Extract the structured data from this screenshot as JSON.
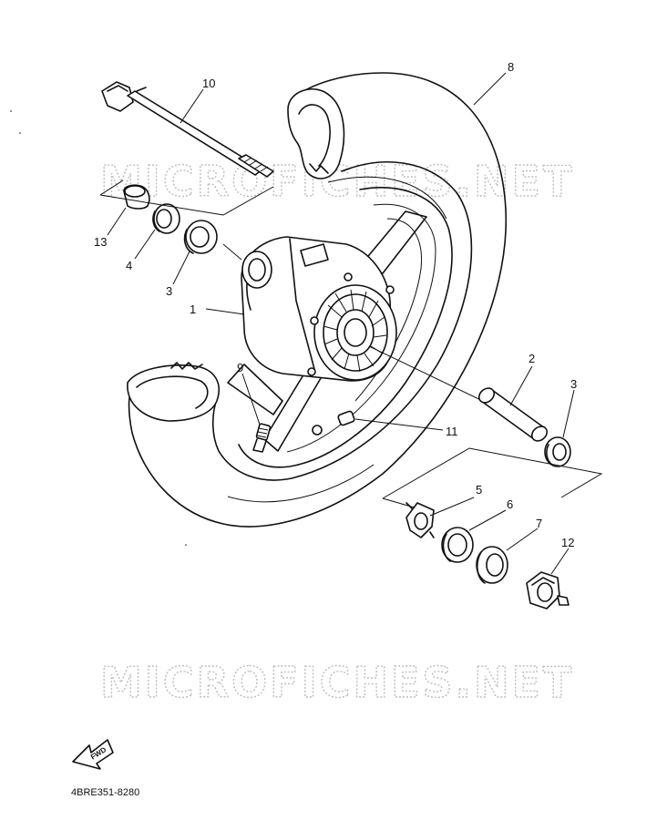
{
  "watermark": "MICROFICHES.NET",
  "drawing_code": "4BRE351-8280",
  "fwd_label": "FWD",
  "parts": [
    {
      "id": "hub",
      "label": "1"
    },
    {
      "id": "spacer",
      "label": "2"
    },
    {
      "id": "bearing-left",
      "label": "3"
    },
    {
      "id": "bearing-right",
      "label": "3"
    },
    {
      "id": "oil-seal-left",
      "label": "4"
    },
    {
      "id": "speedometer-clutch",
      "label": "5"
    },
    {
      "id": "oil-seal-right",
      "label": "6"
    },
    {
      "id": "collar",
      "label": "7"
    },
    {
      "id": "tire",
      "label": "8"
    },
    {
      "id": "valve",
      "label": "9"
    },
    {
      "id": "balance-weight",
      "label": "10"
    },
    {
      "id": "axle-nut",
      "label": "11"
    },
    {
      "id": "wheel-axle",
      "label": "12"
    },
    {
      "id": "collar-left",
      "label": "13"
    }
  ]
}
